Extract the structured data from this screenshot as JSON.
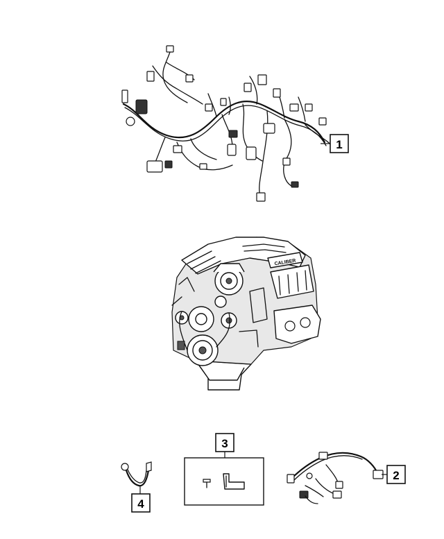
{
  "callouts": {
    "one": "1",
    "two": "2",
    "three": "3",
    "four": "4"
  },
  "engine_badge": "CALIBER"
}
